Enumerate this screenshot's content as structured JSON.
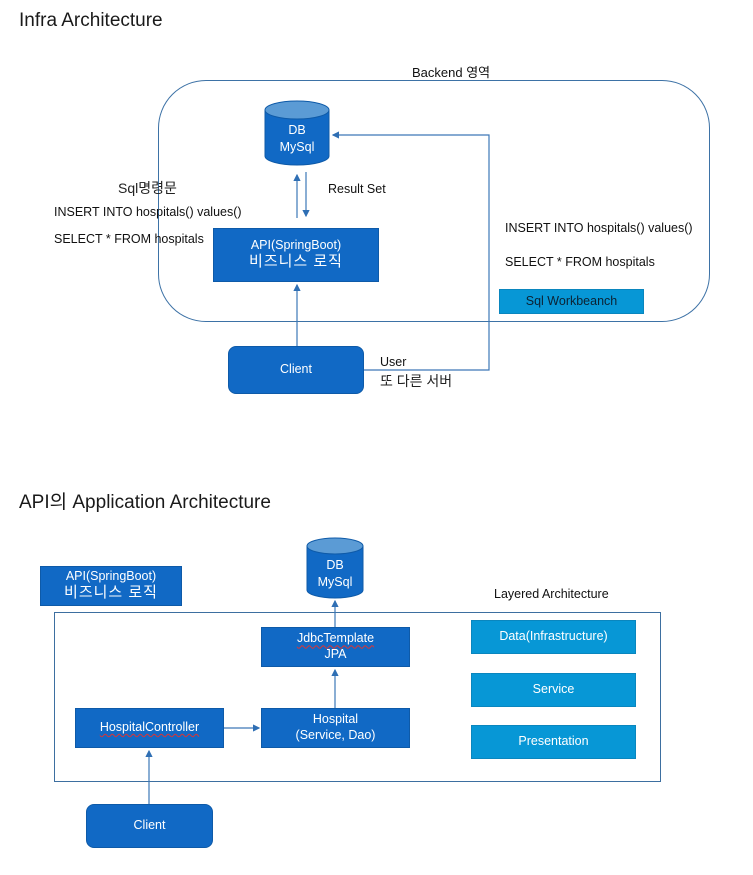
{
  "sections": {
    "infra": {
      "title": "Infra Architecture",
      "backend_label": "Backend 영역",
      "db": {
        "line1": "DB",
        "line2": "MySql"
      },
      "result_set_label": "Result Set",
      "sql_label": "Sql명령문",
      "left_queries": [
        "INSERT INTO hospitals() values()",
        "SELECT * FROM hospitals"
      ],
      "api_box": {
        "line1": "API(SpringBoot)",
        "line2": "비즈니스 로직"
      },
      "right_queries": [
        "INSERT INTO hospitals() values()",
        "SELECT * FROM hospitals"
      ],
      "workbench_label": "Sql Workbeanch",
      "client_label": "Client",
      "user_label": "User",
      "other_server_label": "또 다른 서버"
    },
    "application": {
      "title": "API의 Application Architecture",
      "api_box": {
        "line1": "API(SpringBoot)",
        "line2": "비즈니스 로직"
      },
      "db": {
        "line1": "DB",
        "line2": "MySql"
      },
      "layered_label": "Layered Architecture",
      "jdbc_box": {
        "line1": "JdbcTemplate",
        "line2": "JPA"
      },
      "hospital_box": {
        "line1": "Hospital",
        "line2": "(Service, Dao)"
      },
      "controller_label": "HospitalController",
      "client_label": "Client",
      "layers": [
        "Data(Infrastructure)",
        "Service",
        "Presentation"
      ]
    }
  },
  "colors": {
    "dark_blue": "#1169c5",
    "light_blue": "#0797d6",
    "line_blue": "#3d72a6",
    "cylinder_top": "#5b9bd5"
  }
}
